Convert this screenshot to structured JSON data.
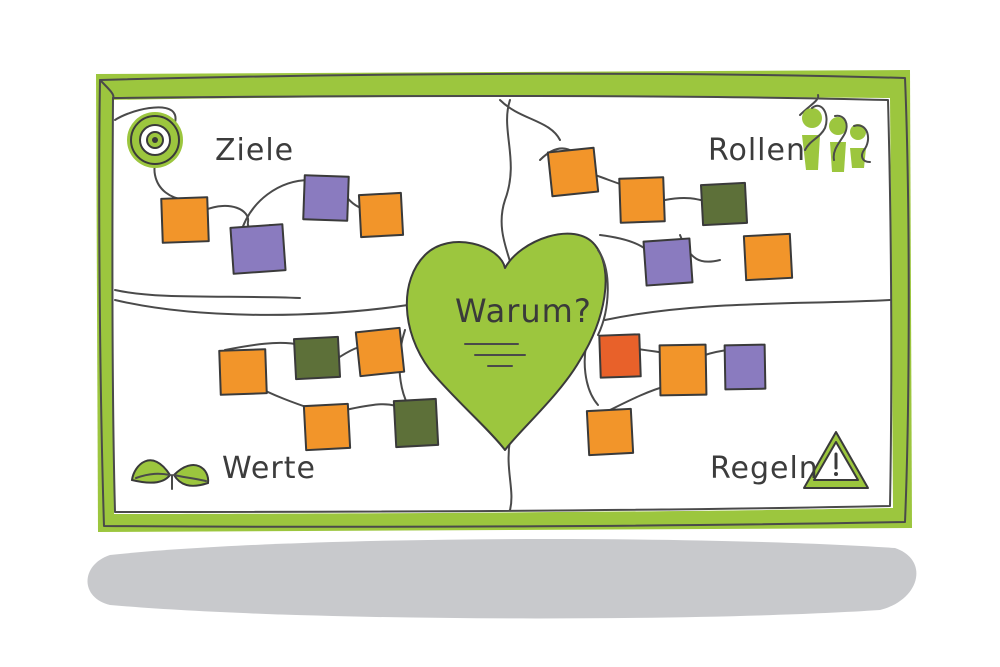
{
  "colors": {
    "green": "#9cc63e",
    "orange": "#f2952a",
    "purple": "#8a7bbf",
    "olive": "#5d7039",
    "red": "#e8612a",
    "shadow": "#c8c9cc",
    "ink": "#3c3c3c"
  },
  "center": {
    "label": "Warum?",
    "icon": "heart-icon"
  },
  "quadrants": [
    {
      "key": "ziele",
      "label": "Ziele",
      "icon": "target-icon",
      "notes": [
        "orange",
        "purple",
        "purple",
        "orange"
      ]
    },
    {
      "key": "rollen",
      "label": "Rollen",
      "icon": "people-icon",
      "notes": [
        "orange",
        "orange",
        "olive",
        "purple",
        "orange"
      ]
    },
    {
      "key": "werte",
      "label": "Werte",
      "icon": "leaf-icon",
      "notes": [
        "orange",
        "olive",
        "orange",
        "orange",
        "olive"
      ]
    },
    {
      "key": "regeln",
      "label": "Regeln",
      "icon": "warning-icon",
      "notes": [
        "red",
        "orange",
        "purple",
        "orange"
      ]
    }
  ]
}
